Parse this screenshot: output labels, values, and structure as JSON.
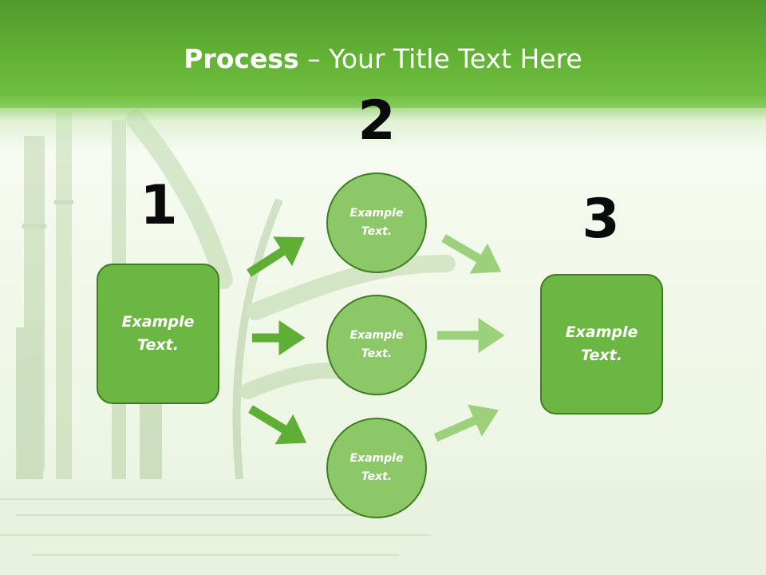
{
  "title": {
    "bold": "Process",
    "rest": " – Your Title Text Here"
  },
  "steps": [
    {
      "number": "1",
      "text": "Example\nText."
    },
    {
      "number": "2",
      "items": [
        {
          "text": "Example\nText."
        },
        {
          "text": "Example\nText."
        },
        {
          "text": "Example\nText."
        }
      ]
    },
    {
      "number": "3",
      "text": "Example\nText."
    }
  ],
  "colors": {
    "header": "#63b335",
    "box": "#6cb643",
    "circle": "#8cc868",
    "border": "#3f7d22",
    "arrow_dark": "#5fae35",
    "arrow_light": "#9cd07a"
  }
}
